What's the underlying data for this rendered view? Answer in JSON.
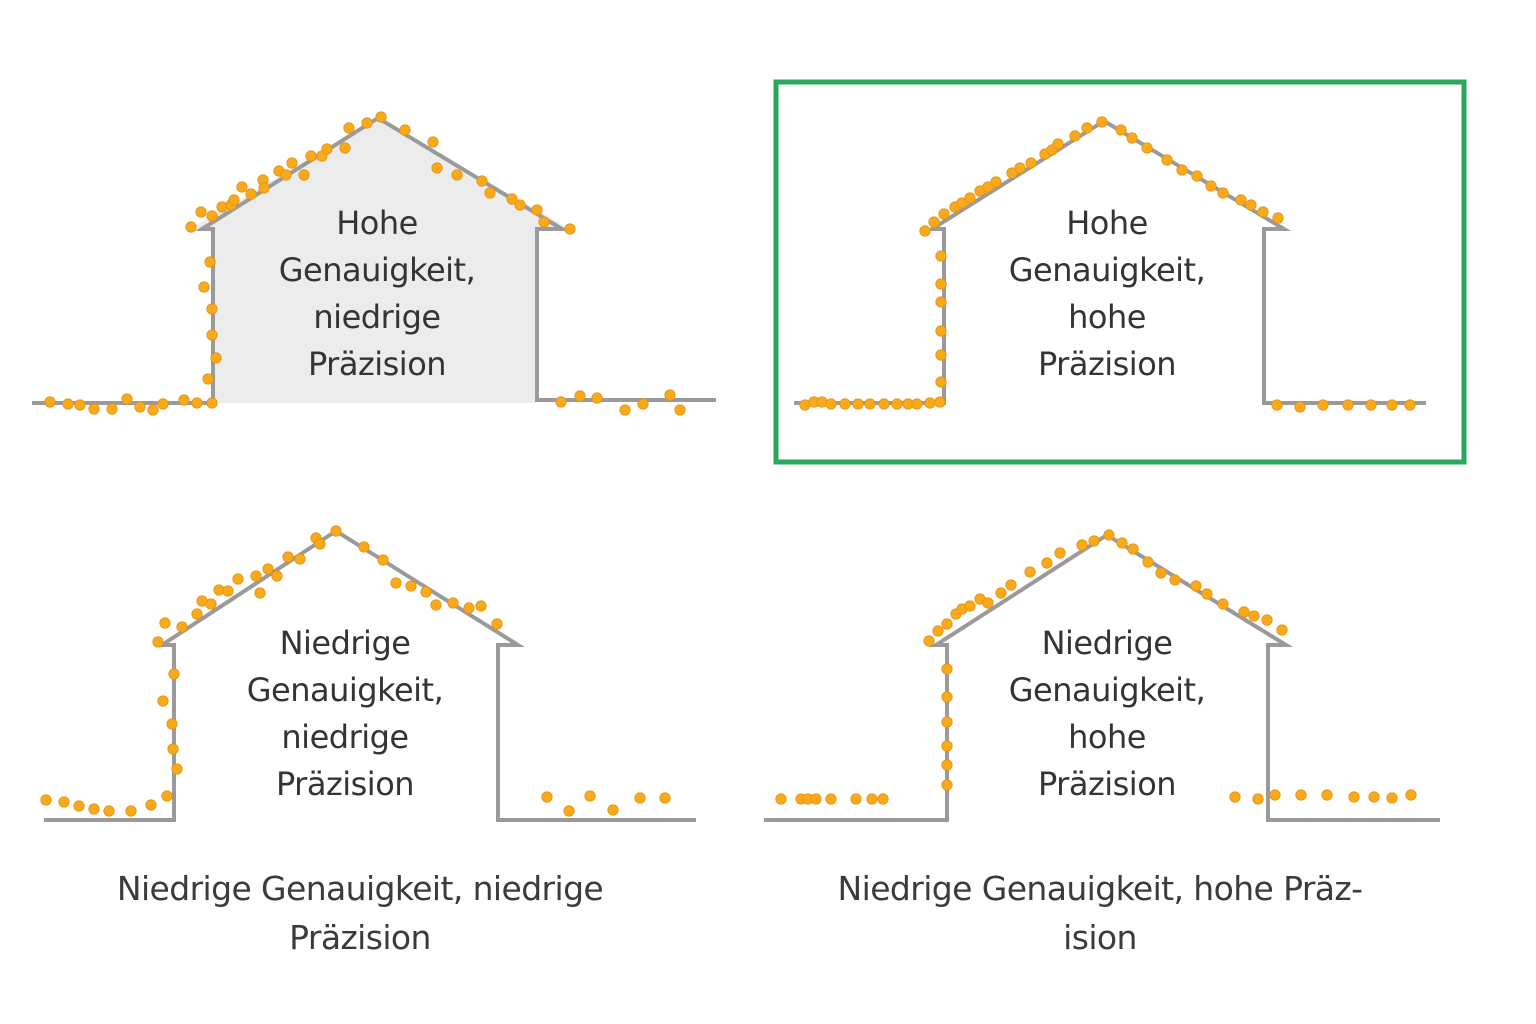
{
  "colors": {
    "outline": "#9a9a9a",
    "dot_fill": "#f9a91c",
    "dot_stroke": "#e8920e",
    "highlight_border": "#27a85a",
    "house_fill_shaded": "#ececec",
    "text": "#333438"
  },
  "houses": [
    {
      "id": "high-accuracy-low-precision",
      "label_lines": [
        "Hohe",
        "Genauigkeit,",
        "niedrige",
        "Präzision"
      ],
      "shaded": true,
      "highlighted": false
    },
    {
      "id": "high-accuracy-high-precision",
      "label_lines": [
        "Hohe",
        "Genauigkeit,",
        "hohe",
        "Präzision"
      ],
      "shaded": false,
      "highlighted": true
    },
    {
      "id": "low-accuracy-low-precision",
      "label_lines": [
        "Niedrige",
        "Genauigkeit,",
        "niedrige",
        "Präzision"
      ],
      "shaded": false,
      "highlighted": false
    },
    {
      "id": "low-accuracy-high-precision",
      "label_lines": [
        "Niedrige",
        "Genauigkeit,",
        "hohe",
        "Präzision"
      ],
      "shaded": false,
      "highlighted": false
    }
  ],
  "captions": [
    {
      "lines": [
        "Niedrige Genauigkeit, niedrige",
        "Präzision"
      ]
    },
    {
      "lines": [
        "Niedrige Genauigkeit, hohe Präz-",
        "ision"
      ]
    }
  ]
}
